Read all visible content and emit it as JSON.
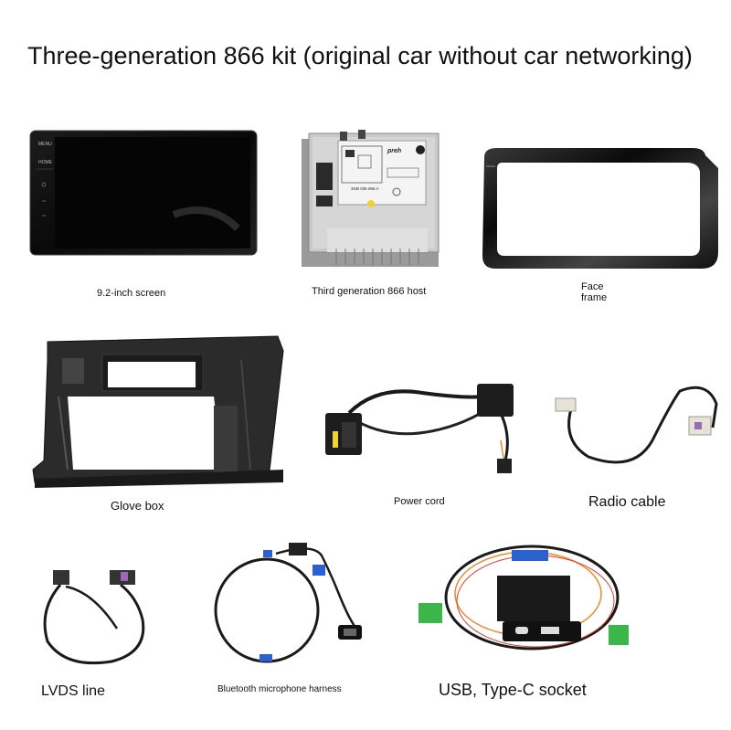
{
  "title": "Three-generation 866 kit (original car without car networking)",
  "items": {
    "screen": {
      "label": "9.2-inch screen",
      "buttons": [
        "MENU",
        "HOME"
      ]
    },
    "host": {
      "label": "Third generation 866 host",
      "brand": "preh",
      "part_number": "3GB 035 866 A"
    },
    "face_frame": {
      "label_line1": "Face",
      "label_line2": "frame"
    },
    "glove_box": {
      "label": "Glove box"
    },
    "power_cord": {
      "label": "Power cord"
    },
    "radio_cable": {
      "label": "Radio cable"
    },
    "lvds_line": {
      "label": "LVDS line"
    },
    "bt_mic": {
      "label": "Bluetooth microphone harness"
    },
    "usb_socket": {
      "label": "USB, Type-C socket"
    }
  },
  "colors": {
    "connector_blue": "#2c5fd0",
    "connector_green": "#3cb54a",
    "wire_orange": "#f08a2a",
    "connector_yellow": "#f2d22e"
  }
}
